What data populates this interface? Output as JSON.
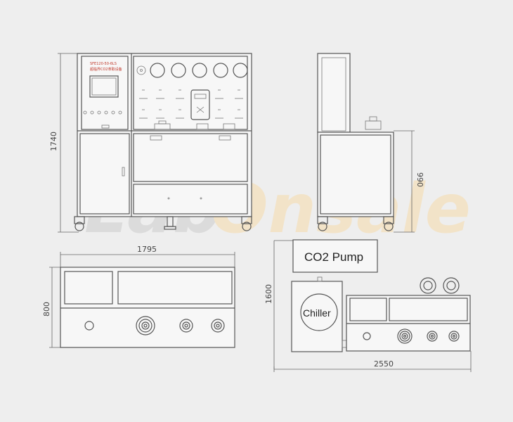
{
  "watermark": {
    "part1": "Lab",
    "part2": "Onsale",
    "color1": "#d9d9d9",
    "color2": "#f3e2c4"
  },
  "front_view": {
    "model_label": "SFE120-50-6LS",
    "subtitle": "超临界CO2萃取设备",
    "height_dim": "1740"
  },
  "side_view": {
    "height_dim": "990"
  },
  "top_view": {
    "width_dim": "1795",
    "depth_dim": "800"
  },
  "layout_view": {
    "pump_label": "CO2 Pump",
    "chiller_label": "Chiller",
    "depth_dim": "1600",
    "width_dim": "2550"
  }
}
